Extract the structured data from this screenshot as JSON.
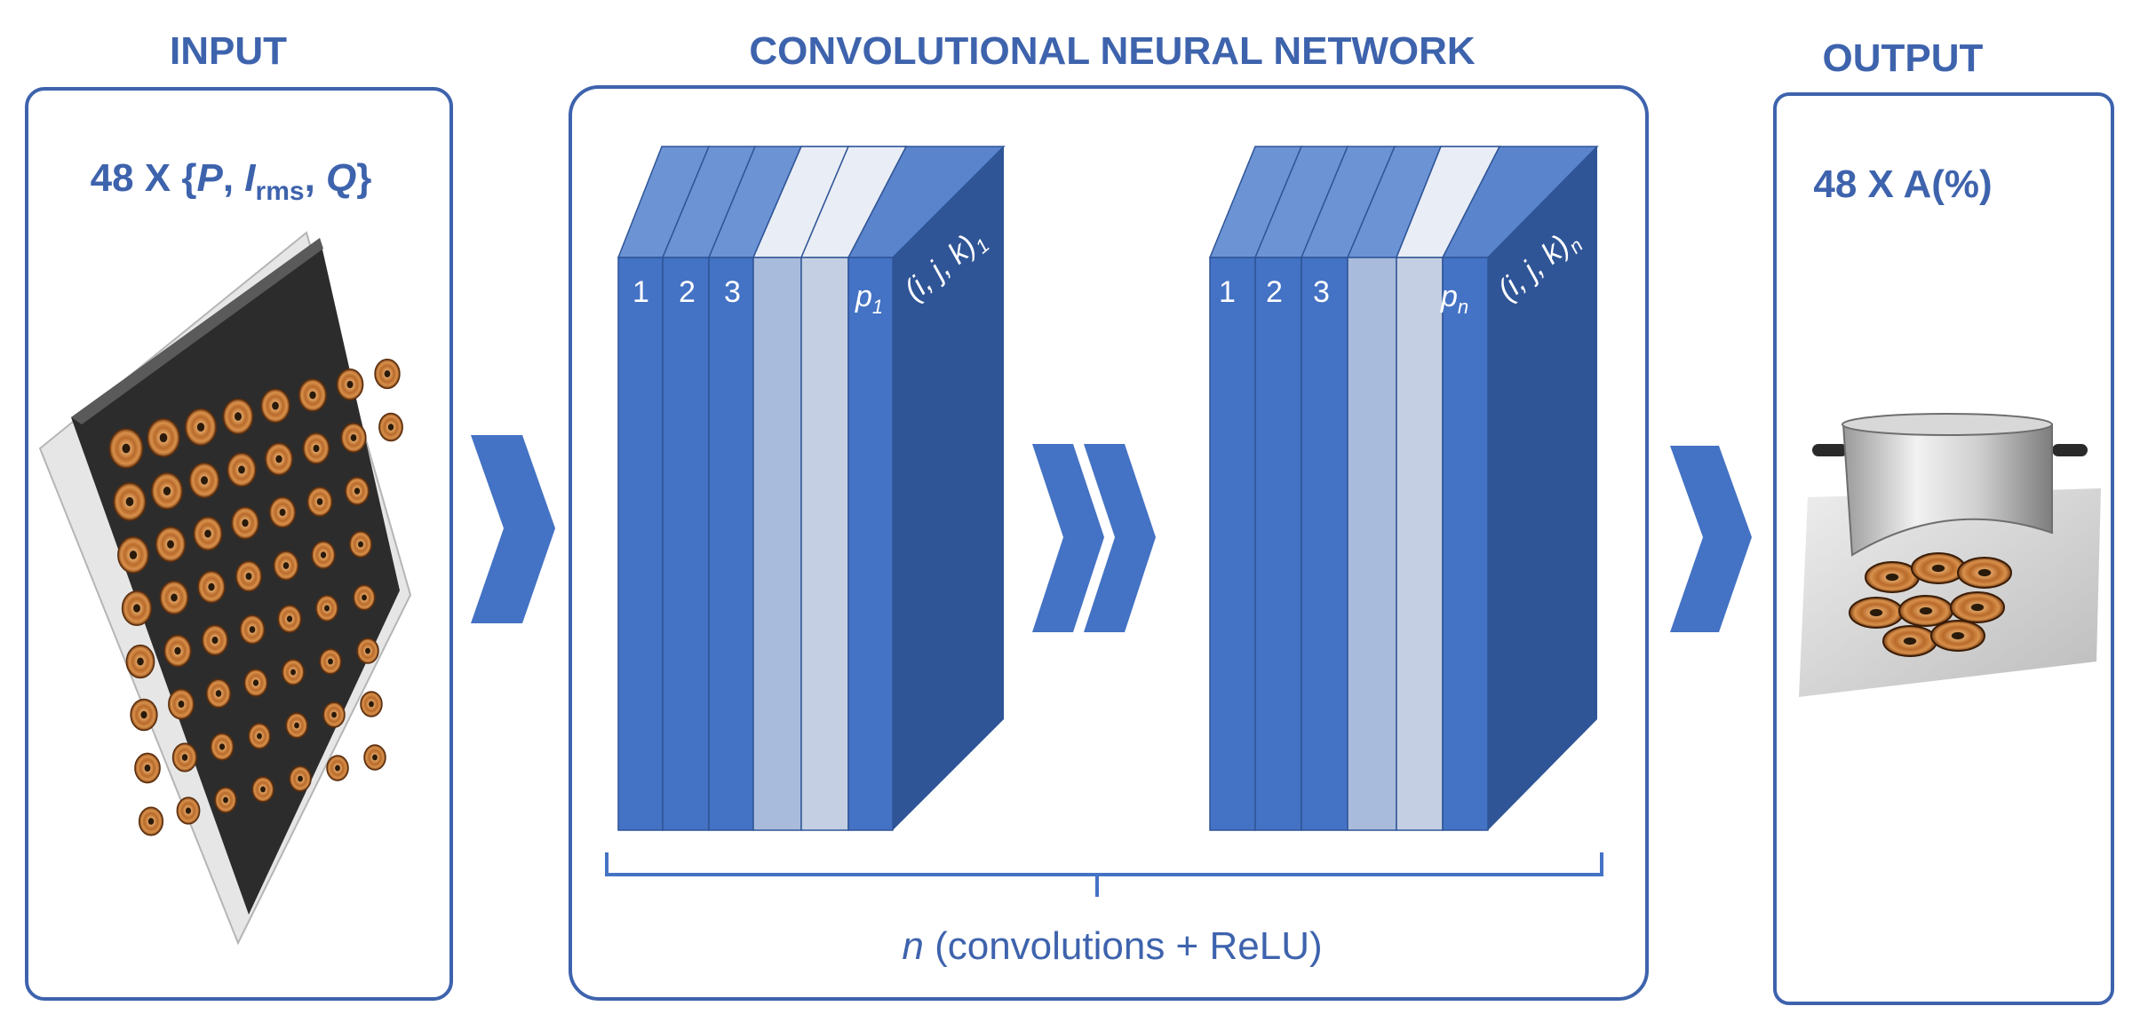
{
  "sections": {
    "input": {
      "title": "INPUT",
      "formula": {
        "prefix": "48 X {",
        "p": "P",
        "sep1": ", ",
        "i": "I",
        "i_sub": "rms",
        "sep2": ", ",
        "q": "Q",
        "suffix": "}"
      }
    },
    "cnn": {
      "title": "CONVOLUTIONAL NEURAL NETWORK",
      "block1": {
        "layers": [
          "1",
          "2",
          "3"
        ],
        "last_layer": "p",
        "last_sub": "1",
        "dims": "(i, j, k)",
        "dims_sub": "1"
      },
      "block2": {
        "layers": [
          "1",
          "2",
          "3"
        ],
        "last_layer": "p",
        "last_sub": "n",
        "dims": "(i, j, k)",
        "dims_sub": "n"
      },
      "caption": {
        "n": "n",
        "rest": " (convolutions + ReLU)"
      }
    },
    "output": {
      "title": "OUTPUT",
      "value": "48 X A(%)"
    }
  },
  "colors": {
    "accent": "#3e63ad",
    "layer": "#4472c4",
    "layer_dark": "#2f5597",
    "layer_light": "#a9bbdc",
    "coil": "#c77a3e"
  },
  "icons": [
    "induction-coil-array-image",
    "chevron-right-icon",
    "double-chevron-right-icon",
    "pot-on-coils-image"
  ]
}
